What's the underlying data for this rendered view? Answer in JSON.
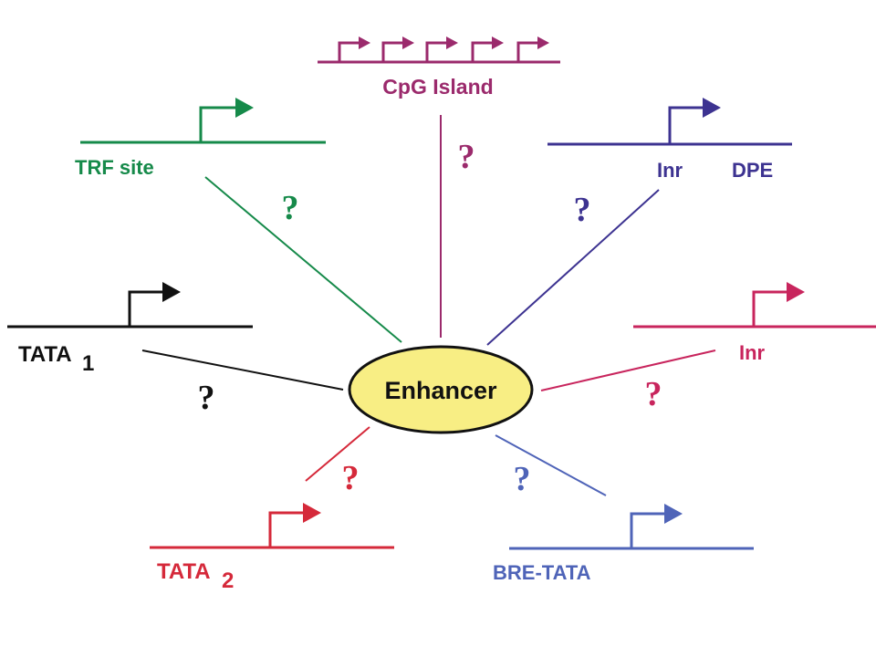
{
  "center": {
    "label": "Enhancer",
    "fill": "#f8ee84",
    "stroke": "#111111"
  },
  "promoters": {
    "cpg": {
      "label": "CpG Island",
      "question": "?",
      "color": "#9b2a6c"
    },
    "trf": {
      "label": "TRF site",
      "question": "?",
      "color": "#168a4a"
    },
    "inr_dpe": {
      "label_inr": "Inr",
      "label_dpe": "DPE",
      "question": "?",
      "color": "#3d3391"
    },
    "tata1": {
      "label": "TATA",
      "subscript": "1",
      "question": "?",
      "color": "#111111"
    },
    "inr": {
      "label": "Inr",
      "question": "?",
      "color": "#c8255d"
    },
    "tata2": {
      "label": "TATA",
      "subscript": "2",
      "question": "?",
      "color": "#d5293a"
    },
    "bre": {
      "label": "BRE-TATA",
      "question": "?",
      "color": "#4f64b8"
    }
  }
}
